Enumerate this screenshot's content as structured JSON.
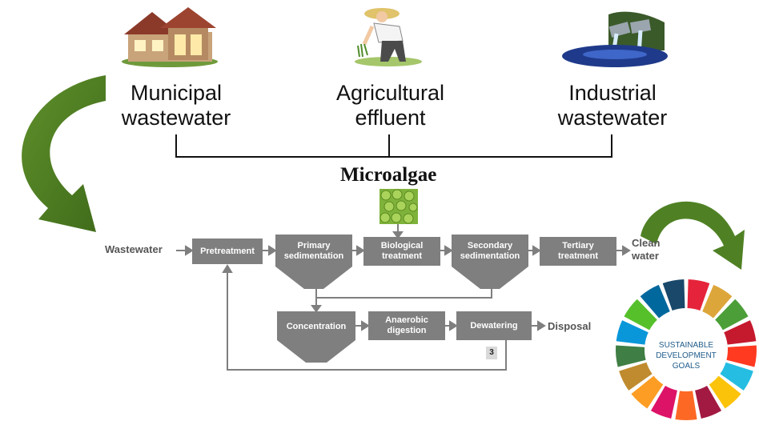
{
  "sources": [
    {
      "label": "Municipal\nwastewater",
      "icon": "house-icon"
    },
    {
      "label": "Agricultural\neffluent",
      "icon": "farmer-icon"
    },
    {
      "label": "Industrial\nwastewater",
      "icon": "factory-pipe-icon"
    }
  ],
  "title": "Microalgae",
  "flow": {
    "input": "Wastewater",
    "output": "Clean\nwater",
    "disposal": "Disposal",
    "steps": [
      "Pretreatment",
      "Primary\nsedimentation",
      "Biological\ntreatment",
      "Secondary\nsedimentation",
      "Tertiary\ntreatment"
    ],
    "sludge_steps": [
      "Concentration",
      "Anaerobic\ndigestion",
      "Dewatering"
    ],
    "badge": "3"
  },
  "sdg": {
    "label": "SUSTAINABLE\nDEVELOPMENT\nGOALS",
    "colors": [
      "#e5243b",
      "#dda63a",
      "#4c9f38",
      "#c5192d",
      "#ff3a21",
      "#26bde2",
      "#fcc30b",
      "#a21942",
      "#fd6925",
      "#dd1367",
      "#fd9d24",
      "#bf8b2e",
      "#3f7e44",
      "#0a97d9",
      "#56c02b",
      "#00689d",
      "#19486a"
    ]
  },
  "colors": {
    "box": "#7f7f7f",
    "arrow_green": "#5a8f2a",
    "line": "#111111"
  }
}
